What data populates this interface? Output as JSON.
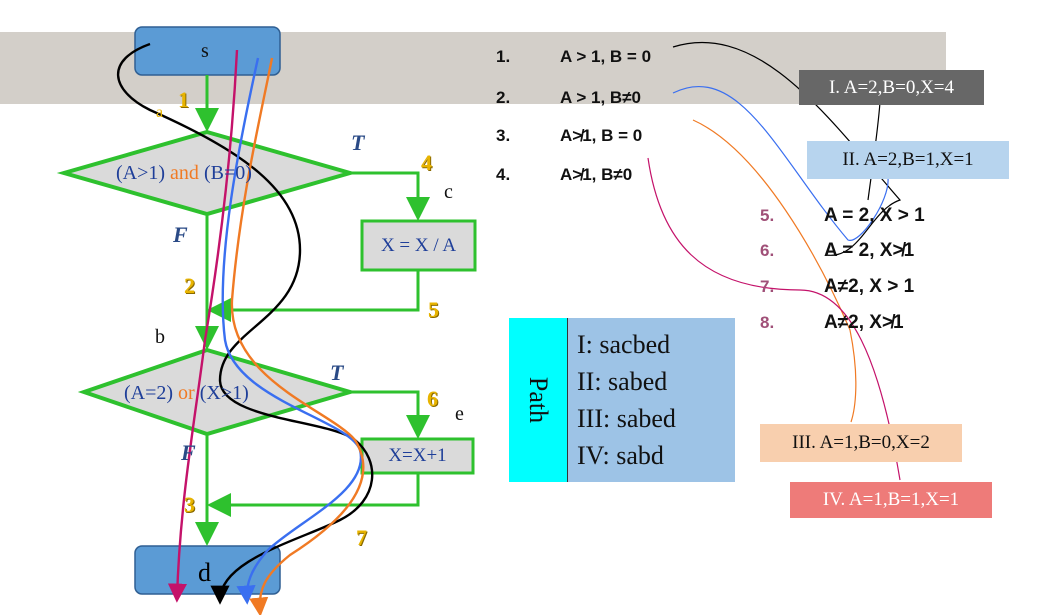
{
  "nodes": {
    "s": "s",
    "d": "d",
    "a": "a",
    "b": "b",
    "c": "c",
    "e": "e"
  },
  "edges": {
    "n1": "1",
    "n2": "2",
    "n3": "3",
    "n4": "4",
    "n5": "5",
    "n6": "6",
    "n7": "7"
  },
  "branches": {
    "t1": "T",
    "f1": "F",
    "t2": "T",
    "f2": "F"
  },
  "decision1": {
    "part1": "(A>1)",
    "op": "and",
    "part2": "(B=0)"
  },
  "decision2": {
    "part1": "(A=2)",
    "op": "or",
    "part2": "(X>1)"
  },
  "process1": "X = X / A",
  "process2": "X=X+1",
  "conditions": [
    {
      "num": "1.",
      "text": "A > 1,  B = 0"
    },
    {
      "num": "2.",
      "text": "A > 1,  B≠0"
    },
    {
      "num": "3.",
      "text": "A≯1,  B = 0"
    },
    {
      "num": "4.",
      "text": "A≯1,  B≠0"
    },
    {
      "num": "5.",
      "text": "A = 2,   X > 1"
    },
    {
      "num": "6.",
      "text": "A = 2,   X≯1"
    },
    {
      "num": "7.",
      "text": "A≠2,   X > 1"
    },
    {
      "num": "8.",
      "text": "A≠2,   X≯1"
    }
  ],
  "cases": [
    {
      "text": "I. A=2,B=0,X=4",
      "bg": "#676767",
      "fg": "#ffffff"
    },
    {
      "text": "II. A=2,B=1,X=1",
      "bg": "#b7d4ee",
      "fg": "#111111"
    },
    {
      "text": "III. A=1,B=0,X=2",
      "bg": "#f8cfae",
      "fg": "#111111"
    },
    {
      "text": "IV. A=1,B=1,X=1",
      "bg": "#ee7b79",
      "fg": "#ffffff"
    }
  ],
  "path_table": {
    "header": "Path",
    "rows": [
      "I: sacbed",
      "II: sabed",
      "III: sabed",
      "IV: sabd"
    ]
  },
  "colors": {
    "node_fill": "#5b9bd5",
    "flow_green": "#2ec12e",
    "path_I": "#000000",
    "path_II": "#3a6ff0",
    "path_III": "#f07a24",
    "path_IV": "#c4126a",
    "header_cyan": "#00ffff",
    "table_blue": "#9dc3e6"
  }
}
